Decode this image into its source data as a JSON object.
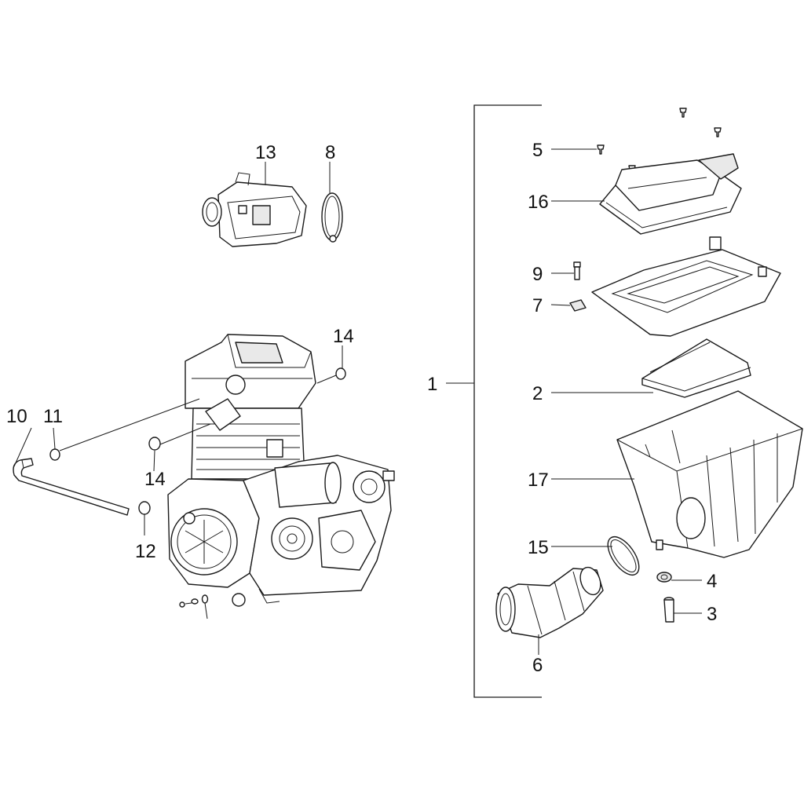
{
  "callouts": {
    "c1": "1",
    "c2": "2",
    "c3": "3",
    "c4": "4",
    "c5": "5",
    "c6": "6",
    "c7": "7",
    "c8": "8",
    "c9": "9",
    "c10": "10",
    "c11": "11",
    "c12": "12",
    "c13": "13",
    "c14_top": "14",
    "c14_left": "14",
    "c15": "15",
    "c16": "16",
    "c17": "17"
  }
}
